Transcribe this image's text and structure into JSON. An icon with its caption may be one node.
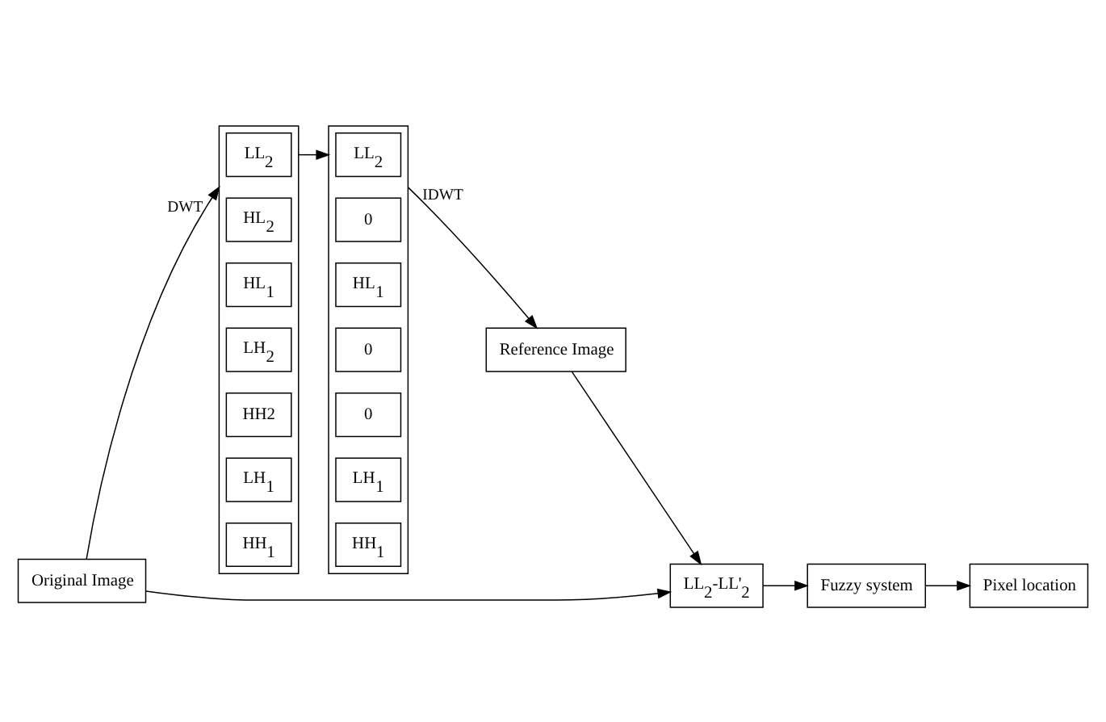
{
  "diagram": {
    "nodes": [
      {
        "text": [
          "Original Image"
        ]
      },
      {
        "text": [],
        "shape": "box"
      },
      {
        "text": [
          "LL$_{2}$"
        ],
        "in": 1
      },
      {
        "text": [
          "HL$_{2}$"
        ],
        "in": 1
      },
      {
        "text": [
          "HL$_{1}$"
        ],
        "in": 1
      },
      {
        "text": [
          "LH$_{2}$"
        ],
        "in": 1
      },
      {
        "text": [
          "HH2"
        ],
        "in": 1
      },
      {
        "text": [
          "LH$_{1}$"
        ],
        "in": 1
      },
      {
        "text": [
          "HH$_{1}$"
        ],
        "in": 1
      },
      {
        "text": [],
        "shape": "box"
      },
      {
        "text": [
          "LL$_{2}$"
        ],
        "in": 9
      },
      {
        "text": [
          "0"
        ],
        "in": 9
      },
      {
        "text": [
          "HL$_{1}$"
        ],
        "in": 9
      },
      {
        "text": [
          "0"
        ],
        "in": 9
      },
      {
        "text": [
          "0"
        ],
        "in": 9
      },
      {
        "text": [
          "LH$_{1}$"
        ],
        "in": 9
      },
      {
        "text": [
          "HH$_{1}$"
        ],
        "in": 9
      },
      {
        "text": [
          "Reference Image"
        ]
      },
      {
        "text": [
          "LL$_{2}$-LL'$_{2}$"
        ]
      },
      {
        "text": [
          "Fuzzy system"
        ]
      },
      {
        "text": [
          "Pixel location"
        ]
      }
    ],
    "edges": [
      {
        "from": 0,
        "to": 1,
        "arrow": "to",
        "label": "DWT"
      },
      {
        "from": 1,
        "to": 9,
        "arrow": "to"
      },
      {
        "from": 9,
        "to": 17,
        "arrow": "to",
        "label": "IDWT"
      },
      {
        "from": 0,
        "to": 18,
        "arrow": "to"
      },
      {
        "from": 17,
        "to": 18,
        "arrow": "to"
      },
      {
        "from": 18,
        "to": 19,
        "arrow": "to"
      },
      {
        "from": 19,
        "to": 20,
        "arrow": "to"
      }
    ]
  }
}
